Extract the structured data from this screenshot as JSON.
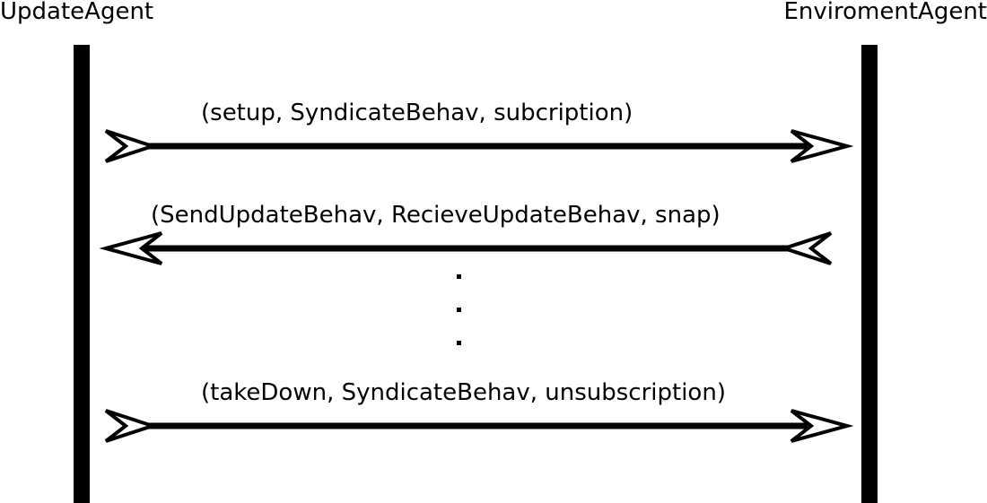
{
  "agents": {
    "left": "UpdateAgent",
    "right": "EnviromentAgent"
  },
  "messages": [
    {
      "label": "(setup, SyndicateBehav,  subcription)",
      "direction": "left-to-right"
    },
    {
      "label": "(SendUpdateBehav, RecieveUpdateBehav,  snap)",
      "direction": "right-to-left"
    },
    {
      "label": "(takeDown, SyndicateBehav, unsubscription)",
      "direction": "left-to-right"
    }
  ],
  "continuation": "...",
  "colors": {
    "line": "#000000",
    "arrowhead_fill": "#ffffff",
    "background": "#ffffff"
  }
}
